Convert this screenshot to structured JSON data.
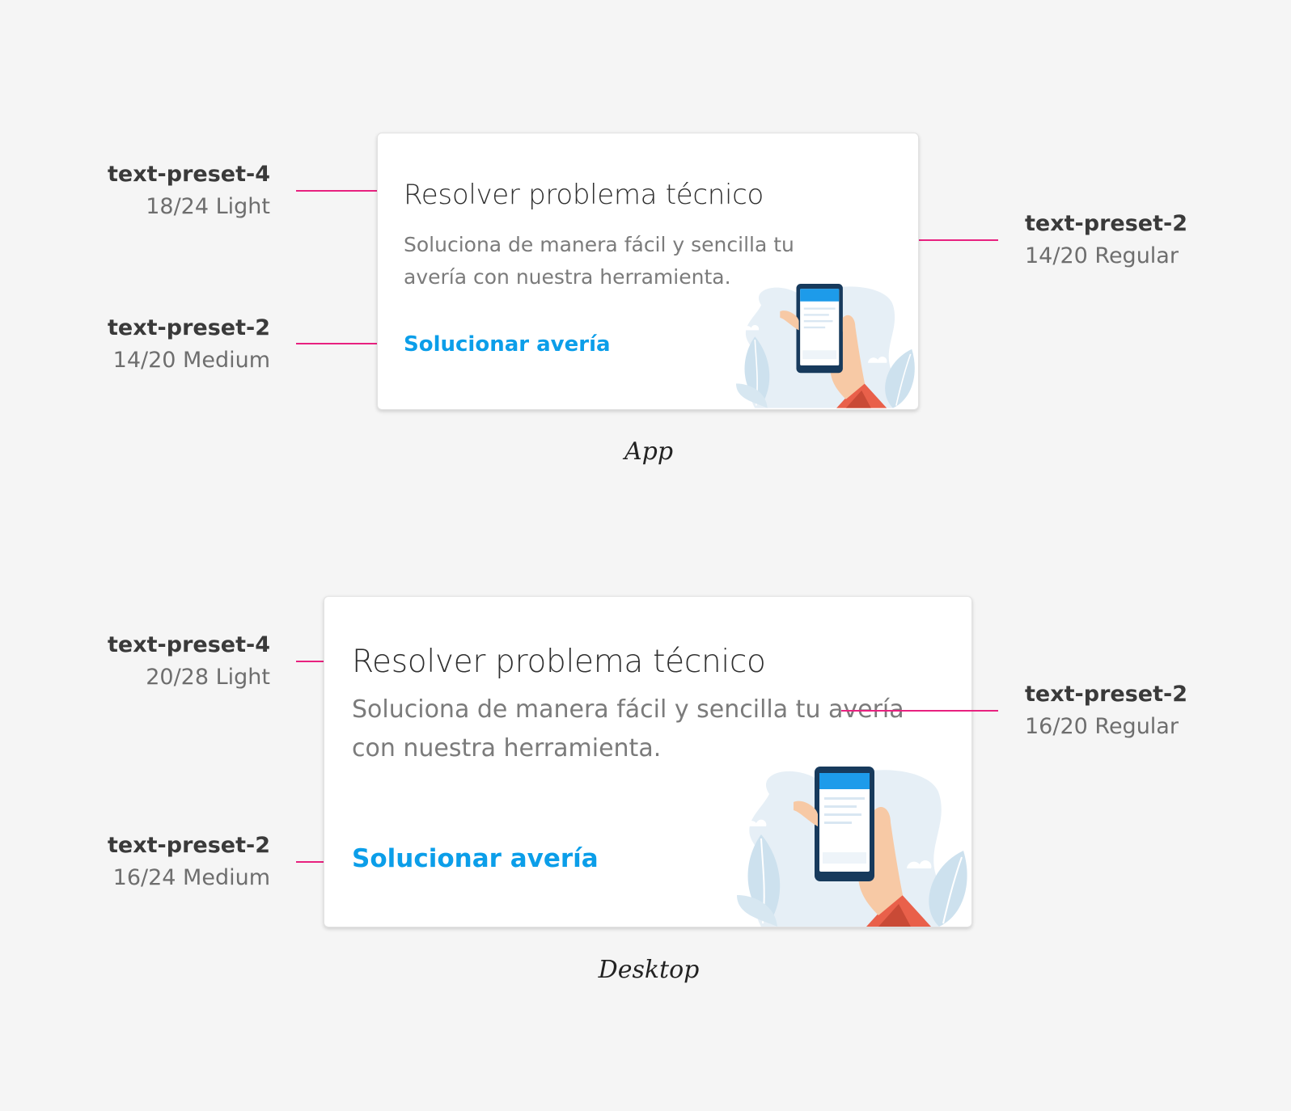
{
  "colors": {
    "background": "#f5f5f5",
    "leader_line": "#e8217f",
    "title": "#2f2f2f",
    "description": "#7b7b7b",
    "link": "#0b9ee9"
  },
  "app": {
    "caption": "App",
    "card": {
      "title": "Resolver problema técnico",
      "description": "Soluciona de manera fácil y sencilla tu avería con nuestra herramienta.",
      "link": "Solucionar avería"
    },
    "specs": {
      "title": {
        "preset": "text-preset-4",
        "metric": "18/24 Light"
      },
      "description": {
        "preset": "text-preset-2",
        "metric": "14/20 Regular"
      },
      "link": {
        "preset": "text-preset-2",
        "metric": "14/20 Medium"
      }
    }
  },
  "desktop": {
    "caption": "Desktop",
    "card": {
      "title": "Resolver problema técnico",
      "description": "Soluciona de manera fácil y sencilla tu avería con nuestra herramienta.",
      "link": "Solucionar avería"
    },
    "specs": {
      "title": {
        "preset": "text-preset-4",
        "metric": "20/28 Light"
      },
      "description": {
        "preset": "text-preset-2",
        "metric": "16/20 Regular"
      },
      "link": {
        "preset": "text-preset-2",
        "metric": "16/24 Medium"
      }
    }
  }
}
